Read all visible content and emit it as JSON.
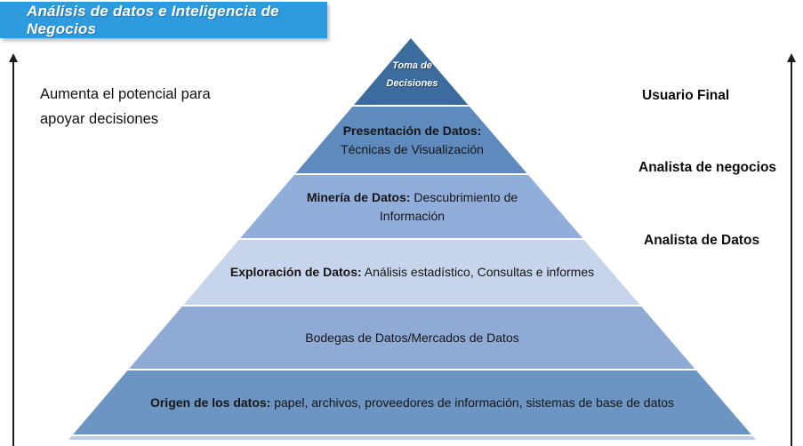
{
  "banner": {
    "title": "Análisis de datos e Inteligencia de Negocios",
    "bg": "#2E9BDF",
    "text_color": "#FFFFFF"
  },
  "left_annotation": {
    "text": "Aumenta el potencial para apoyar decisiones"
  },
  "right_annotations": {
    "labels": [
      "Usuario Final",
      "Analista de negocios",
      "Analista de Datos"
    ]
  },
  "pyramid": {
    "separator_color": "#FFFFFF",
    "base_strip_color": "#BACDE5",
    "arrow_color": "#1D1D1D",
    "levels": [
      {
        "line1": "Toma de",
        "line2": "Decisiones",
        "color": "#3C6C9E",
        "text_color": "#FFFFFF"
      },
      {
        "bold": "Presentación de Datos:",
        "rest": "Técnicas de Visualización",
        "color": "#5E8ABD"
      },
      {
        "bold": "Minería de Datos:",
        "rest": " Descubrimiento de Información",
        "color": "#91ADDA"
      },
      {
        "bold": "Exploración de Datos:",
        "rest": " Análisis estadístico, Consultas e informes",
        "color": "#C6D4EC"
      },
      {
        "rest": "Bodegas de Datos/Mercados de Datos",
        "color": "#8FABD5"
      },
      {
        "bold": "Origen de los datos:",
        "rest": " papel, archivos, proveedores de información, sistemas de base de datos",
        "color": "#6C95C4"
      }
    ]
  }
}
